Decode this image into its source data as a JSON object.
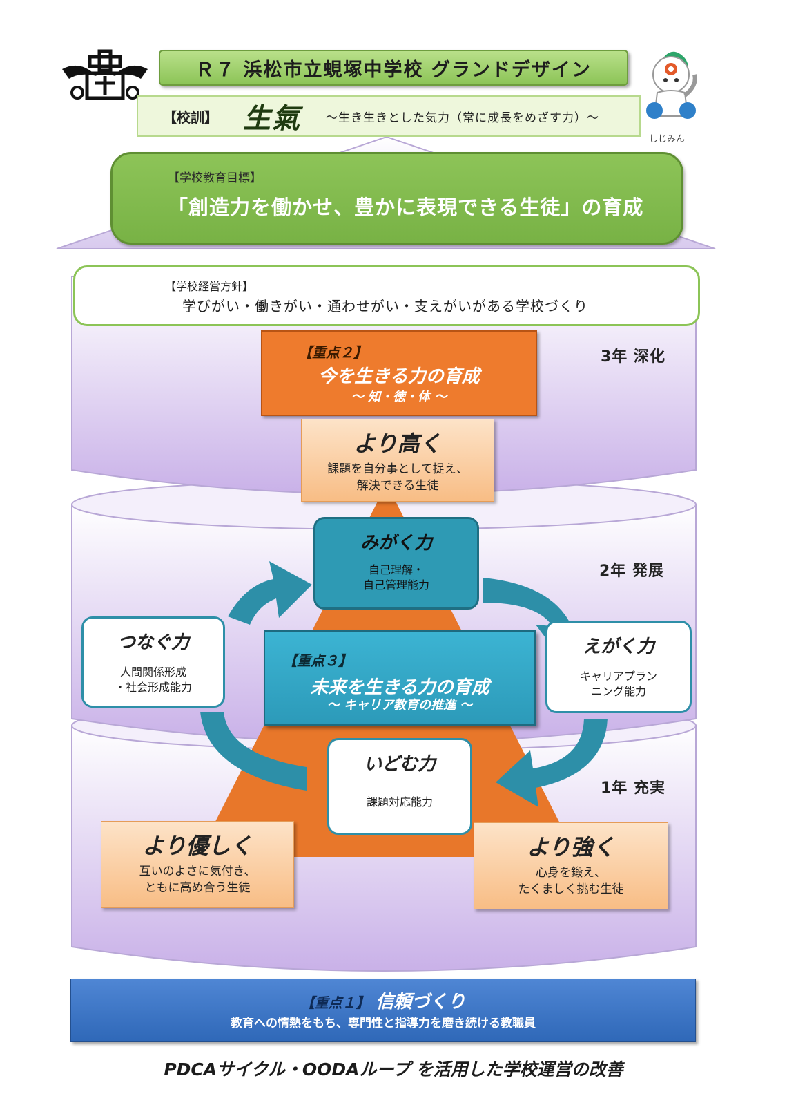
{
  "title": "Ｒ７ 浜松市立蜆塚中学校 グランドデザイン",
  "motto": {
    "label": "【校訓】",
    "kanji": "生氣",
    "text": "～生き生きとした気力（常に成長をめざす力）～"
  },
  "mascot_name": "しじみん",
  "school_goal": {
    "label": "【学校教育目標】",
    "text": "「創造力を働かせ、豊かに表現できる生徒」の育成"
  },
  "management_policy": {
    "label": "【学校経営方針】",
    "text": "学びがい・働きがい・通わせがい・支えがいがある学校づくり"
  },
  "grades": {
    "g3": "3年 深化",
    "g2": "2年 発展",
    "g1": "1年 充実"
  },
  "focus2": {
    "label": "【重点２】",
    "title": "今を生きる力の育成",
    "sub": "～ 知・徳・体 ～"
  },
  "higher": {
    "title": "より高く",
    "line1": "課題を自分事として捉え、",
    "line2": "解決できる生徒"
  },
  "migaku": {
    "title": "みがく力",
    "line1": "自己理解・",
    "line2": "自己管理能力"
  },
  "tsunagu": {
    "title": "つなぐ力",
    "line1": "人間関係形成",
    "line2": "・社会形成能力"
  },
  "egaku": {
    "title": "えがく力",
    "line1": "キャリアプラン",
    "line2": "ニング能力"
  },
  "focus3": {
    "label": "【重点３】",
    "title": "未来を生きる力の育成",
    "sub": "～ キャリア教育の推進 ～"
  },
  "idomu": {
    "title": "いどむ力",
    "line1": "課題対応能力"
  },
  "kinder": {
    "title": "より優しく",
    "line1": "互いのよさに気付き、",
    "line2": "ともに高め合う生徒"
  },
  "stronger": {
    "title": "より強く",
    "line1": "心身を鍛え、",
    "line2": "たくましく挑む生徒"
  },
  "focus1": {
    "label": "【重点１】",
    "title": "信頼づくり",
    "sub": "教育への情熱をもち、専門性と指導力を磨き続ける教職員"
  },
  "footer": "PDCAサイクル・OODAループ を活用した学校運営の改善",
  "colors": {
    "green": "#8cc457",
    "lavender": "#d9c9ee",
    "orange": "#ee7b2d",
    "teal": "#2e9ab4",
    "blue": "#3b76c8"
  }
}
